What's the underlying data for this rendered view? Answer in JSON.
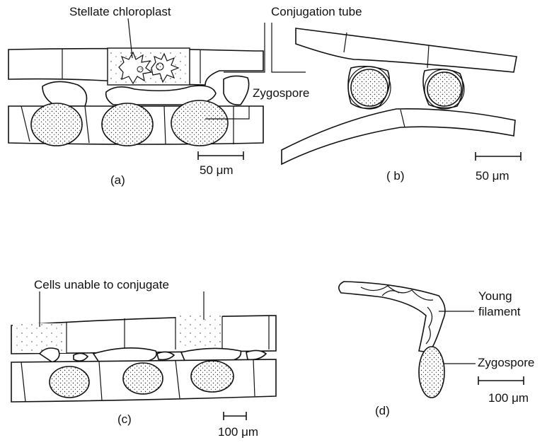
{
  "panel_a": {
    "label_stellate": "Stellate chloroplast",
    "label_zygospore": "Zygospore",
    "scale": "50 μm",
    "caption": "(a)"
  },
  "panel_b": {
    "label_tube": "Conjugation tube",
    "scale": "50 μm",
    "caption": "( b)"
  },
  "panel_c": {
    "label_cells": "Cells unable to conjugate",
    "scale": "100 μm",
    "caption": "(c)"
  },
  "panel_d": {
    "label_young_1": "Young",
    "label_young_2": "filament",
    "label_zygospore": "Zygospore",
    "scale": "100 μm",
    "caption": "(d)"
  }
}
